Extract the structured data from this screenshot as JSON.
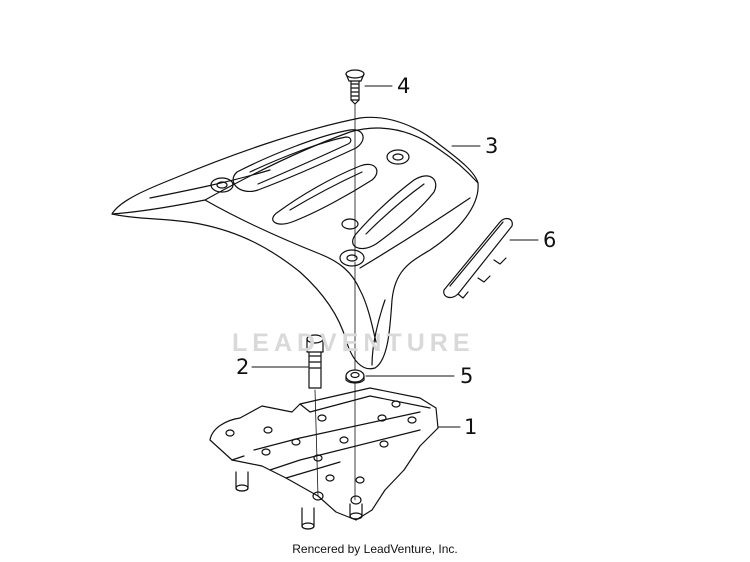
{
  "diagram": {
    "callouts": [
      "1",
      "2",
      "3",
      "4",
      "5",
      "6"
    ],
    "watermark": "LEADVENTURE",
    "footer": "Rencered by LeadVenture, Inc."
  }
}
